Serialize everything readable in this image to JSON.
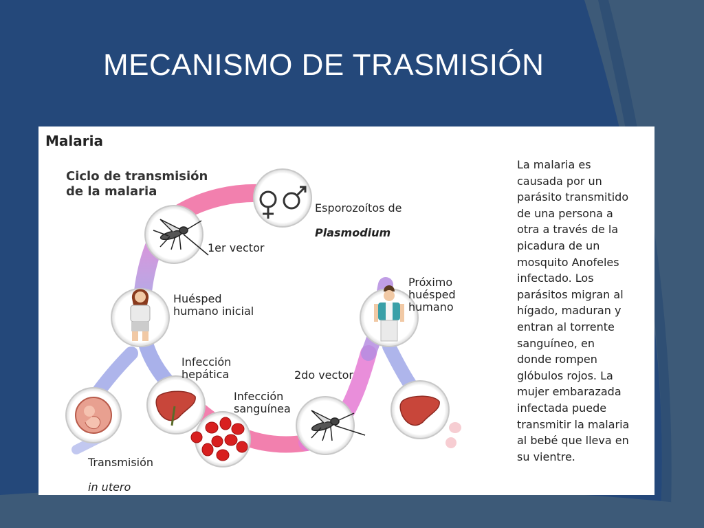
{
  "slide": {
    "title": "MECANISMO DE TRASMISIÓN",
    "colors": {
      "background": "#24487a",
      "accent_band": "#3d5a78",
      "panel": "#ffffff",
      "cycle_pink": "#f06aa0",
      "cycle_blue": "#9aa3e6"
    }
  },
  "figure": {
    "heading": "Malaria",
    "cycle_title": "Ciclo de transmisión\nde la malaria",
    "stages": {
      "sporozoites": {
        "line1": "Esporozoítos de",
        "line2": "Plasmodium"
      },
      "first_vector": "1er vector",
      "initial_host": "Huésped\nhumano inicial",
      "hepatic_infection": "Infección\nhepática",
      "blood_infection": "Infección\nsanguínea",
      "second_vector": "2do vector",
      "next_host": "Próximo\nhuésped\nhumano",
      "in_utero": {
        "line1": "Transmisión",
        "line2": "in utero"
      }
    },
    "description": "La malaria es\ncausada por un\nparásito transmitido\nde una persona a\notra a través de la\npicadura de un\nmosquito Anofeles\ninfectado. Los\nparásitos migran al\nhígado, maduran y\nentran al torrente\nsanguíneo, en\ndonde rompen\nglóbulos rojos. La\nmujer embarazada\ninfectada puede\ntransmitir la malaria\nal bebé que lleva en\nsu vientre.",
    "icons": [
      "female-symbol-icon",
      "male-symbol-icon",
      "mosquito-icon",
      "woman-icon",
      "man-icon",
      "liver-icon",
      "red-blood-cells-icon",
      "fetus-icon"
    ]
  }
}
